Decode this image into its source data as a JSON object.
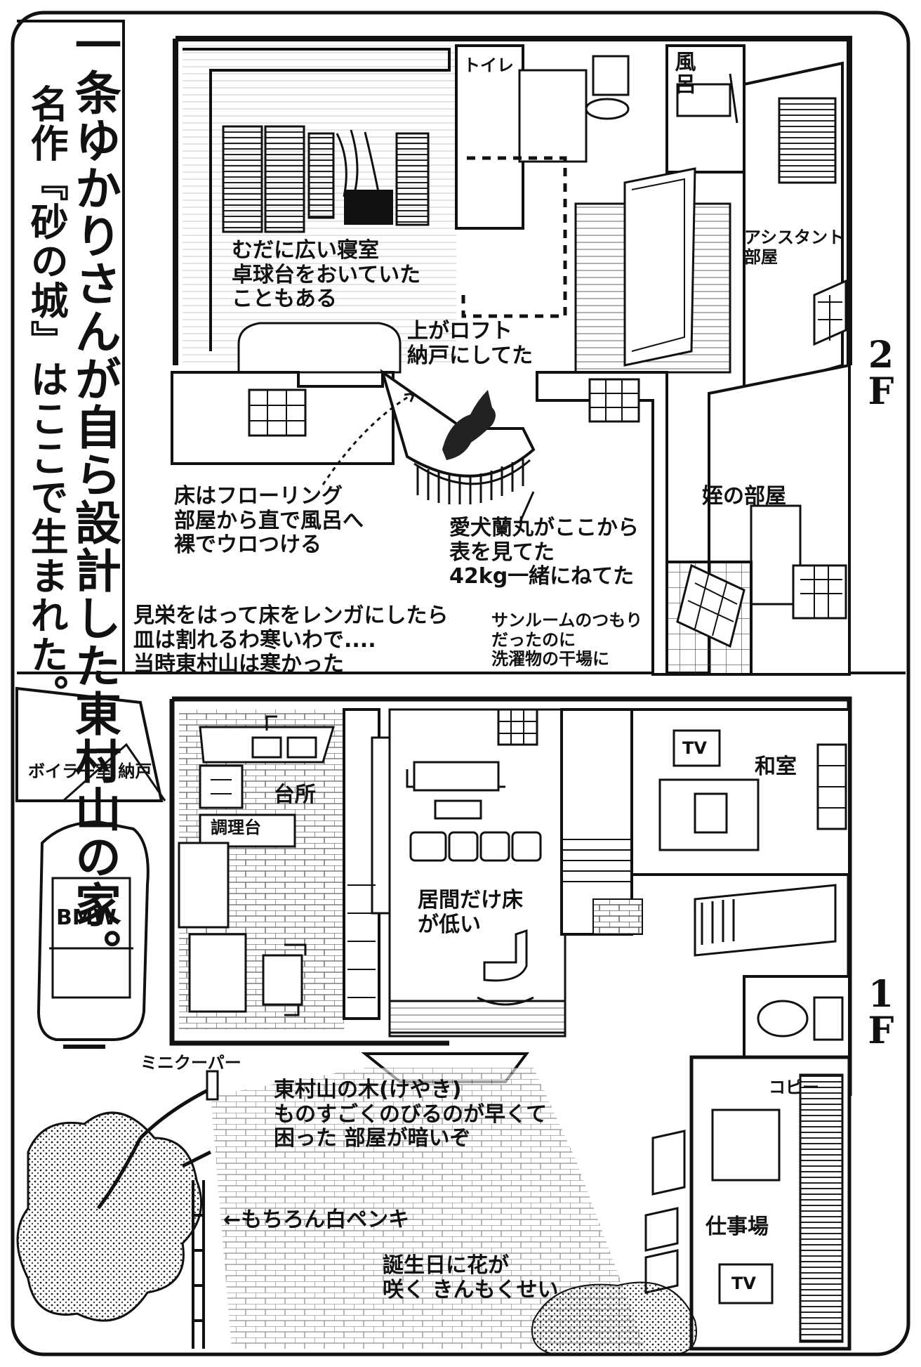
{
  "title": {
    "line1": "一条ゆかりさんが自ら設計した東村山の家。",
    "line2": "名作『砂の城』はここで生まれた。"
  },
  "floor_labels": {
    "upper": [
      "2",
      "F"
    ],
    "lower": [
      "1",
      "F"
    ]
  },
  "upper_floor": {
    "toilet": "トイレ",
    "bath": "風呂",
    "assistant_room": [
      "アシスタント",
      "部屋"
    ],
    "bedroom": [
      "むだに広い寝室",
      "卓球台をおいていた",
      "こともある"
    ],
    "loft": [
      "上がロフト",
      "納戸にしてた"
    ],
    "flooring": [
      "床はフローリング",
      "部屋から直で風呂へ",
      "裸でウロつける"
    ],
    "dog": [
      "愛犬蘭丸がここから",
      "表を見てた",
      "42kg一緒にねてた"
    ],
    "niece_room": "姪の部屋",
    "sunroom": [
      "サンルームのつもり",
      "だったのに",
      "洗濯物の干場に"
    ]
  },
  "middle_note": [
    "見栄をはって床をレンガにしたら",
    "皿は割れるわ寒いわで....",
    "当時東村山は寒かった"
  ],
  "lower_floor": {
    "boiler": "ボイラー室 納戸",
    "kitchen": "台所",
    "counter": "調理台",
    "car": "BMW",
    "tv_top": "TV",
    "washitsu": "和室",
    "living": [
      "居間だけ床",
      "が低い"
    ],
    "mini_cooper": "ミニクーパー",
    "keyaki": [
      "東村山の木(けやき)",
      "ものすごくのびるのが早くて",
      "困った 部屋が暗いぞ"
    ],
    "fence": "←もちろん白ペンキ",
    "copy": "コピー",
    "workplace": "仕事場",
    "tv_bottom": "TV",
    "birthday": [
      "誕生日に花が",
      "咲く きんもくせい"
    ]
  }
}
